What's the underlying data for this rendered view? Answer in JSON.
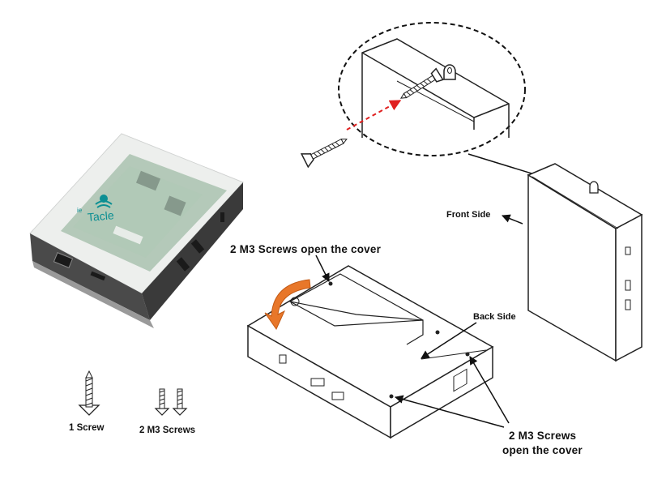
{
  "labels": {
    "front_side": "Front Side",
    "back_side": "Back Side",
    "m3_cover_top": "2 M3 Screws open the cover",
    "m3_cover_bottom_line1": "2 M3 Screws",
    "m3_cover_bottom_line2": "open the cover",
    "one_screw": "1 Screw",
    "two_m3_screws": "2 M3 Screws"
  },
  "product_photo": {
    "logo_text": "Tacle",
    "brand_partial": "ie"
  },
  "colors": {
    "ink": "#111111",
    "line": "#222222",
    "insertion_arrow": "#e02020",
    "rotate_arrow": "#e8772a",
    "enclosure_body": "#4a4a4a",
    "board_green": "#5f8f6a",
    "logo_teal": "#0c8f93"
  }
}
